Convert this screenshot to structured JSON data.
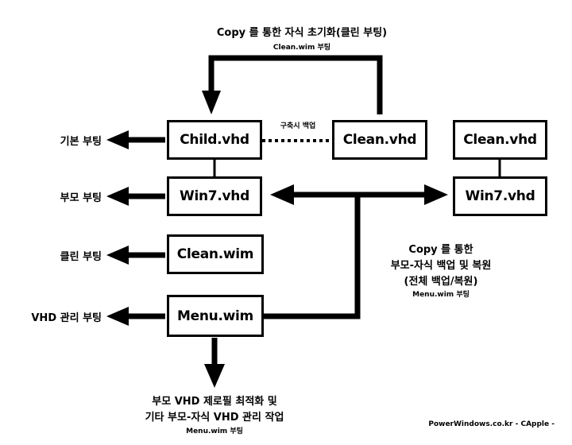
{
  "boxes": {
    "child_vhd": "Child.vhd",
    "clean_vhd_left": "Clean.vhd",
    "win7_vhd_left": "Win7.vhd",
    "clean_wim": "Clean.wim",
    "menu_wim": "Menu.wim",
    "clean_vhd_right": "Clean.vhd",
    "win7_vhd_right": "Win7.vhd"
  },
  "top_caption": {
    "line1": "Copy 를 통한 자식 초기화(클린 부팅)",
    "line2": "Clean.wim 부팅"
  },
  "dotted_link_label": "구축시 백업",
  "left_labels": {
    "basic_boot": "기본 부팅",
    "parent_boot": "부모 부팅",
    "clean_boot": "클린 부팅",
    "vhd_manage_boot": "VHD 관리 부팅"
  },
  "backup_caption": {
    "line1": "Copy 를 통한",
    "line2": "부모-자식 백업 및 복원",
    "line3": "(전체 백업/복원)",
    "line4": "Menu.wim 부팅"
  },
  "bottom_caption": {
    "line1": "부모 VHD 제로필 최적화 및",
    "line2": "기타 부모-자식 VHD 관리 작업",
    "line3": "Menu.wim 부팅"
  },
  "credit": "PowerWindows.co.kr - CApple -"
}
